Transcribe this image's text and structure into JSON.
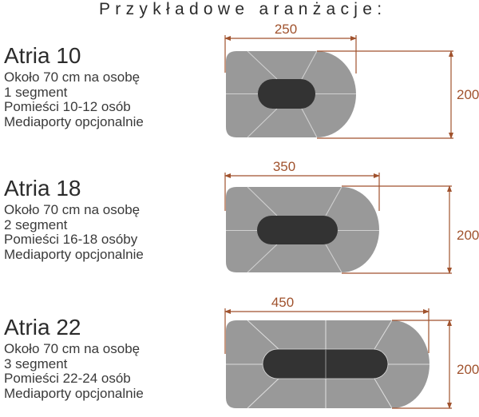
{
  "title": "Przykładowe aranżacje:",
  "colors": {
    "table_fill": "#999999",
    "center_oval": "#333333",
    "divider": "#d0d0d0",
    "dimension": "#a0522d",
    "text": "#333333"
  },
  "variants": [
    {
      "name": "Atria 10",
      "lines": [
        "Około 70 cm na osobę",
        "1 segment",
        "Pomieści 10-12 osób",
        "Mediaporty opcjonalnie"
      ],
      "width_label": "250",
      "height_label": "200"
    },
    {
      "name": "Atria 18",
      "lines": [
        "Około 70 cm na osobę",
        "2 segment",
        "Pomieści 16-18 osóby",
        "Mediaporty opcjonalnie"
      ],
      "width_label": "350",
      "height_label": "200"
    },
    {
      "name": "Atria 22",
      "lines": [
        "Około 70 cm na osobę",
        "3 segment",
        "Pomieści 22-24 osób",
        "Mediaporty opcjonalnie"
      ],
      "width_label": "450",
      "height_label": "200"
    }
  ]
}
